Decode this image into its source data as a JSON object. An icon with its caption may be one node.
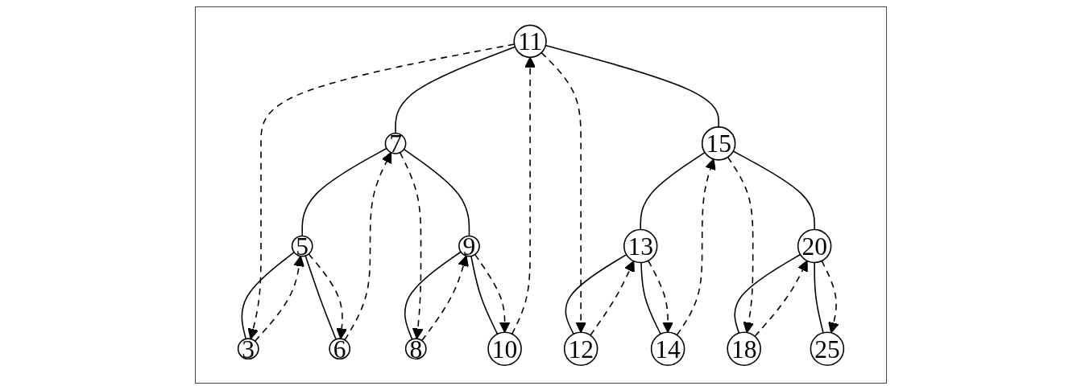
{
  "diagram": {
    "nodes": [
      {
        "text": [
          "11"
        ]
      },
      {
        "text": [
          "7"
        ]
      },
      {
        "text": [
          "15"
        ]
      },
      {
        "text": [
          "5"
        ]
      },
      {
        "text": [
          "9"
        ]
      },
      {
        "text": [
          "13"
        ]
      },
      {
        "text": [
          "20"
        ]
      },
      {
        "text": [
          "3"
        ]
      },
      {
        "text": [
          "6"
        ]
      },
      {
        "text": [
          "8"
        ]
      },
      {
        "text": [
          "10"
        ]
      },
      {
        "text": [
          "12"
        ]
      },
      {
        "text": [
          "14"
        ]
      },
      {
        "text": [
          "18"
        ]
      },
      {
        "text": [
          "25"
        ]
      }
    ],
    "edges": [
      {
        "from": 0,
        "to": 1,
        "arrow": "none"
      },
      {
        "from": 0,
        "to": 2,
        "arrow": "none"
      },
      {
        "from": 1,
        "to": 3,
        "arrow": "none"
      },
      {
        "from": 1,
        "to": 4,
        "arrow": "none"
      },
      {
        "from": 2,
        "to": 5,
        "arrow": "none"
      },
      {
        "from": 2,
        "to": 6,
        "arrow": "none"
      },
      {
        "from": 3,
        "to": 7,
        "arrow": "none"
      },
      {
        "from": 3,
        "to": 8,
        "arrow": "none"
      },
      {
        "from": 4,
        "to": 9,
        "arrow": "none"
      },
      {
        "from": 4,
        "to": 10,
        "arrow": "none"
      },
      {
        "from": 5,
        "to": 11,
        "arrow": "none"
      },
      {
        "from": 5,
        "to": 12,
        "arrow": "none"
      },
      {
        "from": 6,
        "to": 13,
        "arrow": "none"
      },
      {
        "from": 6,
        "to": 14,
        "arrow": "none"
      },
      {
        "from": 0,
        "to": 7,
        "arrow": "to",
        "style": "dashed"
      },
      {
        "from": 7,
        "to": 3,
        "arrow": "to",
        "style": "dashed"
      },
      {
        "from": 3,
        "to": 8,
        "arrow": "to",
        "style": "dashed"
      },
      {
        "from": 8,
        "to": 1,
        "arrow": "to",
        "style": "dashed"
      },
      {
        "from": 1,
        "to": 9,
        "arrow": "to",
        "style": "dashed"
      },
      {
        "from": 9,
        "to": 4,
        "arrow": "to",
        "style": "dashed"
      },
      {
        "from": 4,
        "to": 10,
        "arrow": "to",
        "style": "dashed"
      },
      {
        "from": 10,
        "to": 0,
        "arrow": "to",
        "style": "dashed"
      },
      {
        "from": 0,
        "to": 11,
        "arrow": "to",
        "style": "dashed"
      },
      {
        "from": 11,
        "to": 5,
        "arrow": "to",
        "style": "dashed"
      },
      {
        "from": 5,
        "to": 12,
        "arrow": "to",
        "style": "dashed"
      },
      {
        "from": 12,
        "to": 2,
        "arrow": "to",
        "style": "dashed"
      },
      {
        "from": 2,
        "to": 13,
        "arrow": "to",
        "style": "dashed"
      },
      {
        "from": 13,
        "to": 6,
        "arrow": "to",
        "style": "dashed"
      },
      {
        "from": 6,
        "to": 14,
        "arrow": "to",
        "style": "dashed"
      }
    ]
  }
}
